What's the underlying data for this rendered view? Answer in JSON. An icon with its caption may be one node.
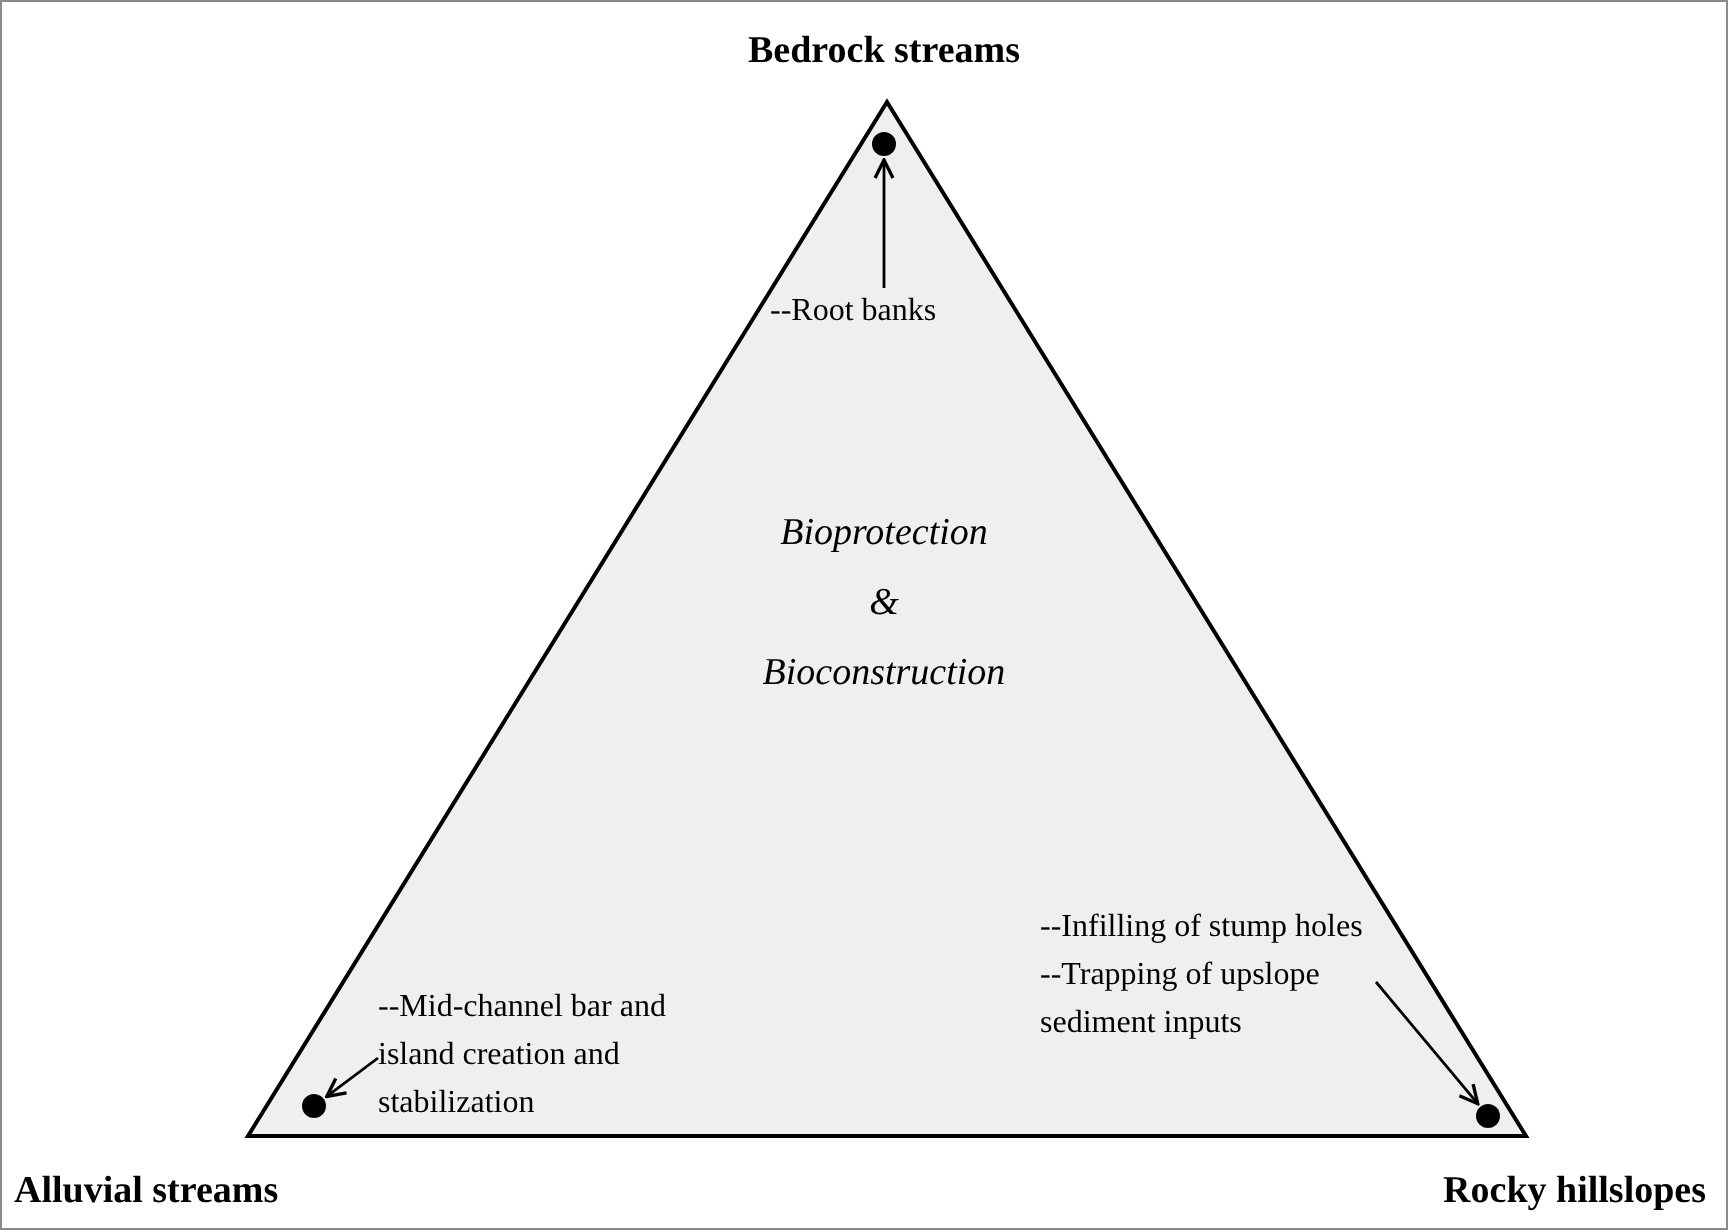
{
  "diagram": {
    "nodes": [
      {
        "text": [
          "Bioprotection",
          "&",
          "Bioconstruction"
        ]
      },
      {
        "text": [],
        "shape": "circle",
        "in": 0
      },
      {
        "text": [
          "--Root banks"
        ],
        "in": 0
      },
      {
        "text": [],
        "shape": "circle",
        "in": 0
      },
      {
        "text": [
          "--Mid-channel bar and island creation and stabilization"
        ],
        "in": 0
      },
      {
        "text": [],
        "shape": "circle",
        "in": 0
      },
      {
        "text": [
          "--Infilling of stump holes",
          "--Trapping of upslope sediment inputs"
        ],
        "in": 0
      }
    ],
    "edges": [
      {
        "from": 2,
        "to": 1,
        "arrow": "to"
      },
      {
        "from": 4,
        "to": 3,
        "arrow": "to"
      },
      {
        "from": 6,
        "to": 5,
        "arrow": "to"
      }
    ],
    "labels": [
      "Bedrock streams",
      "Alluvial streams",
      "Rocky hillslopes"
    ]
  }
}
